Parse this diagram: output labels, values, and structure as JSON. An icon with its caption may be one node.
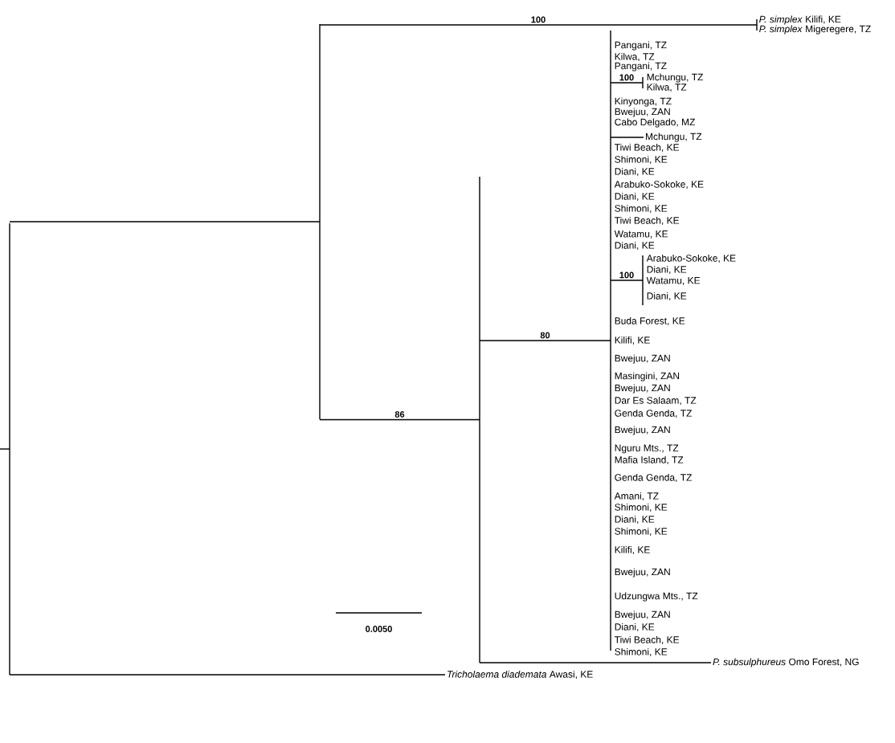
{
  "diagram": {
    "nodes": [
      {
        "text": [],
        "shape": "bar"
      },
      {
        "text": [],
        "shape": "bar"
      },
      {
        "text": [],
        "shape": "bar"
      },
      {
        "text": [],
        "shape": "bar"
      },
      {
        "text": [],
        "shape": "bar"
      },
      {
        "text": [],
        "shape": "bar"
      },
      {
        "text": [
          "Mchungu, TZ"
        ]
      },
      {
        "text": [],
        "shape": "bar"
      },
      {
        "text": [
          "*P. subsulphureus* Omo Forest, NG"
        ]
      },
      {
        "text": [
          "*Tricholaema diademata* Awasi, KE"
        ]
      }
    ],
    "edges": [
      {
        "from": null,
        "to": 0,
        "arrow": "none"
      },
      {
        "from": 0,
        "to": 1,
        "arrow": "none"
      },
      {
        "from": 0,
        "to": 9,
        "arrow": "none"
      },
      {
        "from": 1,
        "to": 2,
        "arrow": "none",
        "label": "100"
      },
      {
        "from": 1,
        "to": 3,
        "arrow": "none",
        "label": "86"
      },
      {
        "from": 3,
        "to": 4,
        "arrow": "none",
        "label": "80"
      },
      {
        "from": 3,
        "to": 8,
        "arrow": "none"
      },
      {
        "from": 4,
        "to": 5,
        "arrow": "none",
        "label": "100"
      },
      {
        "from": 4,
        "to": 6,
        "arrow": "none"
      },
      {
        "from": 4,
        "to": 7,
        "arrow": "none",
        "label": "100"
      }
    ],
    "labels": [
      "*P. simplex* Kilifi, KE",
      "*P. simplex* Migeregere, TZ",
      "Pangani, TZ",
      "Kilwa, TZ",
      "Pangani, TZ",
      "Mchungu, TZ",
      "Kilwa, TZ",
      "Kinyonga, TZ",
      "Bwejuu, ZAN",
      "Cabo Delgado, MZ",
      "Tiwi Beach, KE",
      "Shimoni, KE",
      "Diani, KE",
      "Arabuko-Sokoke, KE",
      "Diani, KE",
      "Shimoni, KE",
      "Tiwi Beach, KE",
      "Watamu, KE",
      "Diani, KE",
      "Arabuko-Sokoke, KE",
      "Diani, KE",
      "Watamu, KE",
      "Diani, KE",
      "Buda Forest, KE",
      "Kilifi, KE",
      "Bwejuu, ZAN",
      "Masingini, ZAN",
      "Bwejuu, ZAN",
      "Dar Es Salaam, TZ",
      "Genda Genda, TZ",
      "Bwejuu, ZAN",
      "Nguru Mts., TZ",
      "Mafia Island, TZ",
      "Genda Genda, TZ",
      "Amani, TZ",
      "Shimoni, KE",
      "Diani, KE",
      "Shimoni, KE",
      "Kilifi, KE",
      "Bwejuu, ZAN",
      "Udzungwa Mts., TZ",
      "Bwejuu, ZAN",
      "Diani, KE",
      "Tiwi Beach, KE",
      "Shimoni, KE",
      "0.0050"
    ]
  }
}
